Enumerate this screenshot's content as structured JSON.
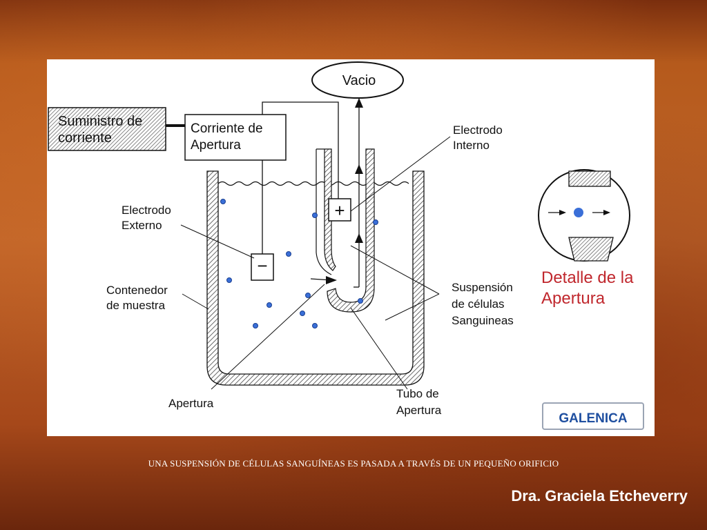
{
  "diagram": {
    "vacio": "Vacio",
    "suministro_line1": "Suministro de",
    "suministro_line2": "corriente",
    "corriente_line1": "Corriente de",
    "corriente_line2": "Apertura",
    "electrodo_interno_line1": "Electrodo",
    "electrodo_interno_line2": "Interno",
    "electrodo_externo_line1": "Electrodo",
    "electrodo_externo_line2": "Externo",
    "contenedor_line1": "Contenedor",
    "contenedor_line2": "de muestra",
    "suspension_line1": "Suspensión",
    "suspension_line2": "de células",
    "suspension_line3": "Sanguineas",
    "apertura": "Apertura",
    "tubo_line1": "Tubo de",
    "tubo_line2": "Apertura",
    "detalle_line1": "Detalle de la",
    "detalle_line2": "Apertura",
    "plus_symbol": "+",
    "minus_symbol": "−",
    "logo": "GALENICA",
    "colors": {
      "cell": "#3a6fd8",
      "detail_label": "#c0272d",
      "logo_text": "#1f4fa0"
    }
  },
  "caption": "UNA SUSPENSIÓN DE CÉLULAS SANGUÍNEAS ES PASADA A TRAVÉS DE UN PEQUEÑO ORIFICIO",
  "author": "Dra. Graciela Etcheverry"
}
